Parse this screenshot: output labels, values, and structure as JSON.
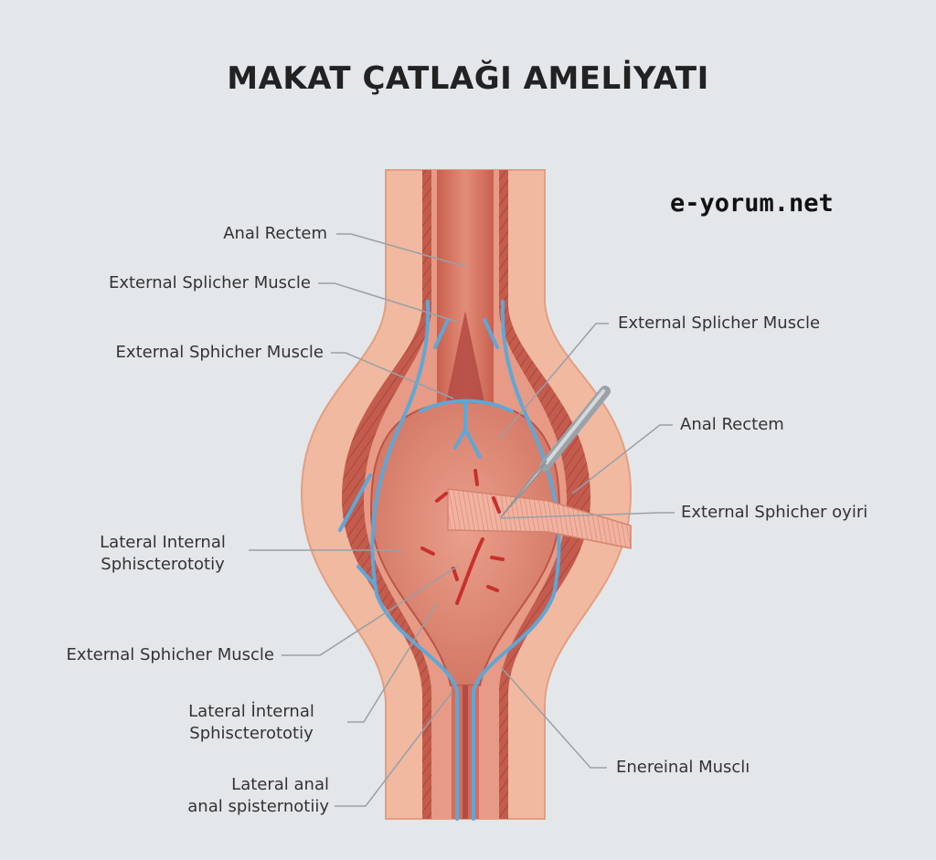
{
  "title": "MAKAT ÇATLAĞI AMELİYATI",
  "watermark": "e-yorum.net",
  "labels_left": [
    {
      "id": "anal-rectem-left",
      "text": "Anal Rectem"
    },
    {
      "id": "external-splicher-left",
      "text": "External Splicher Muscle"
    },
    {
      "id": "external-sphicher-left",
      "text": "External Sphicher Muscle"
    },
    {
      "id": "lateral-internal-left",
      "lines": [
        "Lateral Internal",
        "Sphiscterototiy"
      ]
    },
    {
      "id": "external-sphicher-lower-left",
      "text": "External Sphicher Muscle"
    },
    {
      "id": "lateral-internal-bottom",
      "lines": [
        "Lateral İnternal",
        "Sphiscterototiy"
      ]
    },
    {
      "id": "lateral-anal-bottom",
      "lines": [
        "Lateral anal",
        "anal spisternotiiy"
      ]
    }
  ],
  "labels_right": [
    {
      "id": "external-splicher-right",
      "text": "External Splicher Muscle"
    },
    {
      "id": "anal-rectem-right",
      "text": "Anal Rectem"
    },
    {
      "id": "external-sphicher-oyiri",
      "text": "External Sphicher oyiri"
    },
    {
      "id": "enereinal-muscli",
      "text": "Enereinal Musclı"
    }
  ],
  "colors": {
    "background": "#e3e7ea",
    "skin_outer": "#f0b9a0",
    "muscle_band": "#d46f5d",
    "muscle_dark": "#b24d43",
    "lumen": "#dc8472",
    "lumen_inner": "#e69a88",
    "vessel": "#5fa7d6",
    "blood": "#c8302c",
    "scalpel": "#a9b0b6"
  }
}
